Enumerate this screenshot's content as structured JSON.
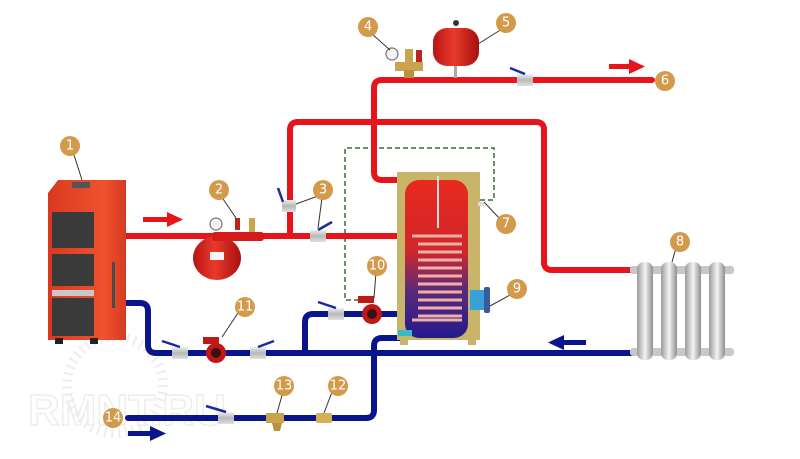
{
  "diagram": {
    "title": "Heating system with boiler and indirect water heater",
    "watermark": "RMNT.RU",
    "colors": {
      "hot_pipe": "#e8141b",
      "cold_pipe": "#0a158c",
      "badge": "#d49a4c",
      "control_line": "#3a6b3a",
      "boiler_body": "#e8442a",
      "tank_casing": "#c8b56a",
      "radiator": "#d8d8d8",
      "brass": "#c9a44c"
    },
    "callouts": [
      {
        "n": "1",
        "component": "solid-fuel boiler"
      },
      {
        "n": "2",
        "component": "safety group on supply manifold"
      },
      {
        "n": "3",
        "component": "ball valves"
      },
      {
        "n": "4",
        "component": "safety group (gauge, air vent, relief valve)"
      },
      {
        "n": "5",
        "component": "expansion vessel"
      },
      {
        "n": "6",
        "component": "hot water outlet"
      },
      {
        "n": "7",
        "component": "temperature sensor"
      },
      {
        "n": "8",
        "component": "radiator"
      },
      {
        "n": "9",
        "component": "heating element / flange"
      },
      {
        "n": "10",
        "component": "boiler-loop circulation pump"
      },
      {
        "n": "11",
        "component": "heating circulation pump"
      },
      {
        "n": "12",
        "component": "check valve"
      },
      {
        "n": "13",
        "component": "strainer"
      },
      {
        "n": "14",
        "component": "cold water inlet"
      }
    ],
    "flow_arrows": [
      {
        "id": "boiler-supply",
        "direction": "right",
        "medium": "hot"
      },
      {
        "id": "hot-water-out",
        "direction": "right",
        "medium": "hot"
      },
      {
        "id": "radiator-return",
        "direction": "left",
        "medium": "cold"
      },
      {
        "id": "cold-water-in",
        "direction": "right",
        "medium": "cold"
      }
    ]
  }
}
